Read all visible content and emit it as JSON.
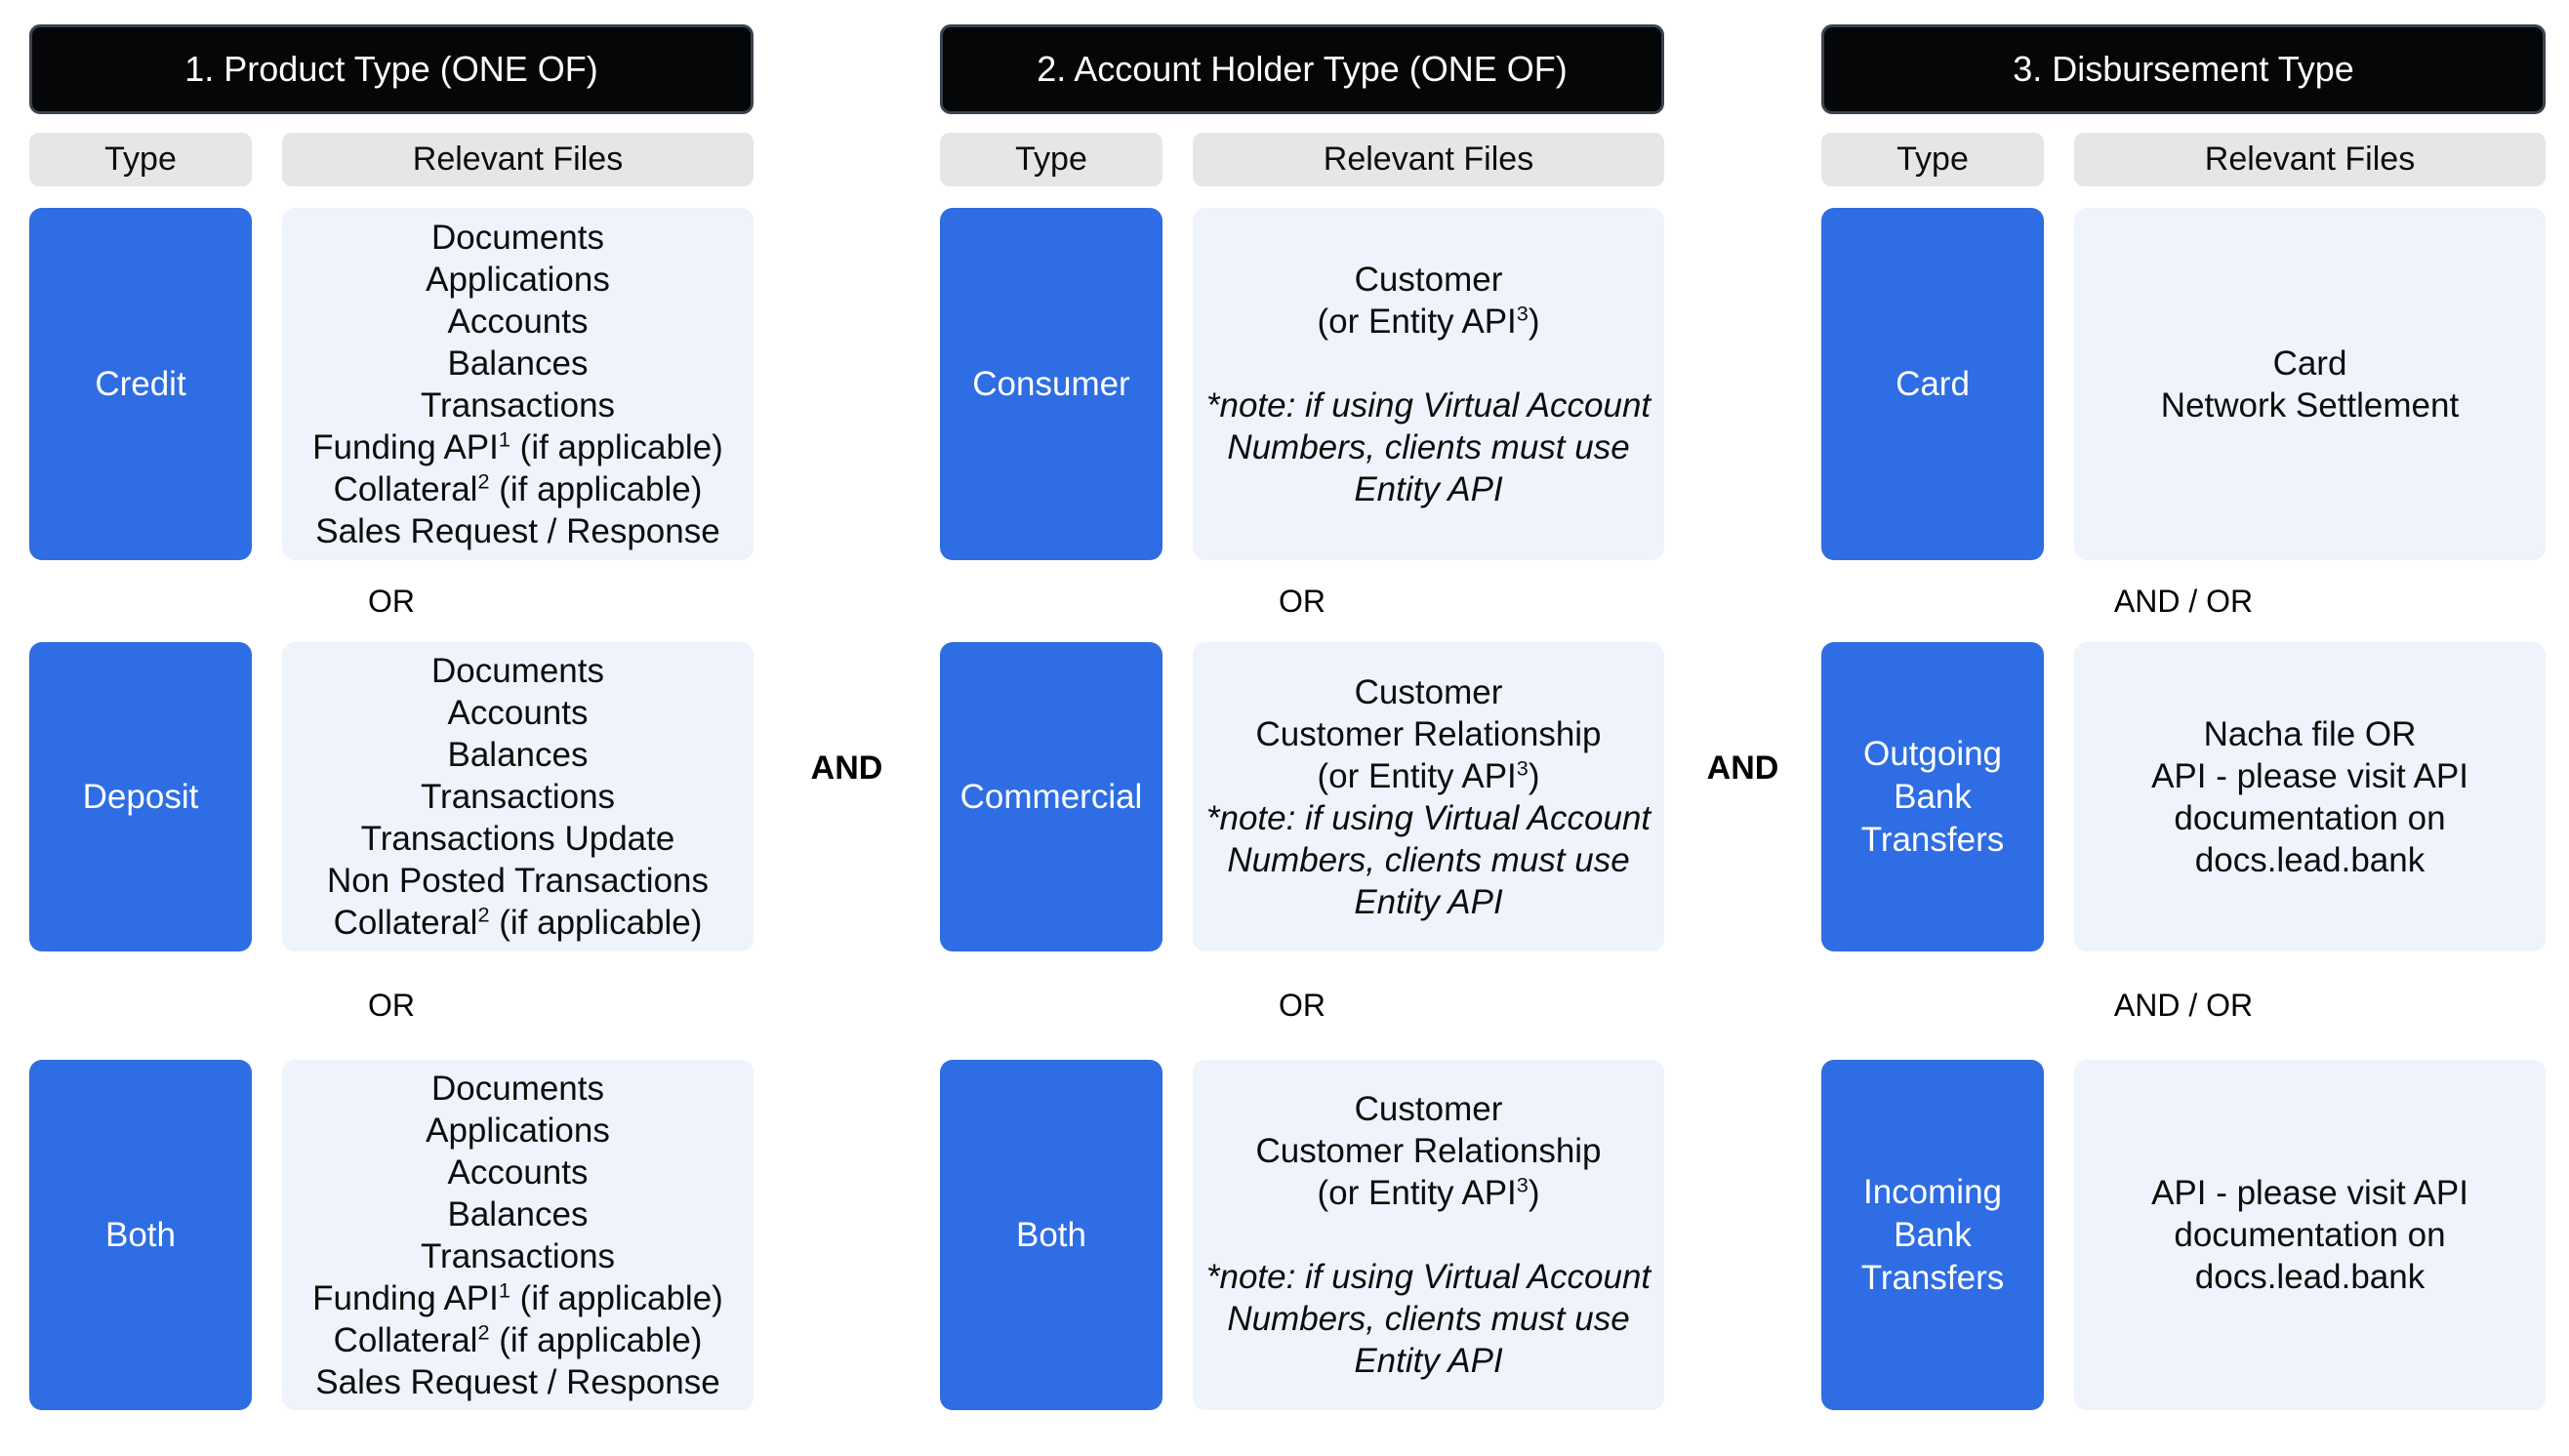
{
  "diagram": {
    "connectors": [
      "AND",
      "AND"
    ],
    "colors": {
      "accent_blue": "#2e6de3",
      "files_box_bg": "#eef3fc",
      "column_header_chip_bg": "#e4e6e8",
      "title_bar_bg": "#050608",
      "title_bar_border": "#3a434f",
      "title_text": "#ffffff",
      "body_text": "#0d0d0d"
    },
    "groups": [
      {
        "title": "1. Product Type (ONE OF)",
        "col_headers": {
          "type": "Type",
          "files": "Relevant Files"
        },
        "separators": [
          "OR",
          "OR"
        ],
        "rows": [
          {
            "type_label": "Credit",
            "files_lines": [
              {
                "seg": [
                  "Documents"
                ]
              },
              {
                "seg": [
                  "Applications"
                ]
              },
              {
                "seg": [
                  "Accounts"
                ]
              },
              {
                "seg": [
                  "Balances"
                ]
              },
              {
                "seg": [
                  "Transactions"
                ]
              },
              {
                "seg": [
                  "Funding API",
                  {
                    "sup": "1"
                  },
                  " (if applicable)"
                ]
              },
              {
                "seg": [
                  "Collateral",
                  {
                    "sup": "2"
                  },
                  " (if applicable)"
                ]
              },
              {
                "seg": [
                  "Sales Request / Response"
                ]
              }
            ]
          },
          {
            "type_label": "Deposit",
            "files_lines": [
              {
                "seg": [
                  "Documents"
                ]
              },
              {
                "seg": [
                  "Accounts"
                ]
              },
              {
                "seg": [
                  "Balances"
                ]
              },
              {
                "seg": [
                  "Transactions"
                ]
              },
              {
                "seg": [
                  "Transactions Update"
                ]
              },
              {
                "seg": [
                  "Non Posted Transactions"
                ]
              },
              {
                "seg": [
                  "Collateral",
                  {
                    "sup": "2"
                  },
                  " (if applicable)"
                ]
              }
            ]
          },
          {
            "type_label": "Both",
            "files_lines": [
              {
                "seg": [
                  "Documents"
                ]
              },
              {
                "seg": [
                  "Applications"
                ]
              },
              {
                "seg": [
                  "Accounts"
                ]
              },
              {
                "seg": [
                  "Balances"
                ]
              },
              {
                "seg": [
                  "Transactions"
                ]
              },
              {
                "seg": [
                  "Funding API",
                  {
                    "sup": "1"
                  },
                  " (if applicable)"
                ]
              },
              {
                "seg": [
                  "Collateral",
                  {
                    "sup": "2"
                  },
                  " (if applicable)"
                ]
              },
              {
                "seg": [
                  "Sales Request / Response"
                ]
              }
            ]
          }
        ]
      },
      {
        "title": "2. Account Holder Type (ONE OF)",
        "col_headers": {
          "type": "Type",
          "files": "Relevant Files"
        },
        "separators": [
          "OR",
          "OR"
        ],
        "rows": [
          {
            "type_label": "Consumer",
            "files_lines": [
              {
                "seg": [
                  "Customer"
                ]
              },
              {
                "seg": [
                  "(or Entity API",
                  {
                    "sup": "3"
                  },
                  ")"
                ]
              },
              {
                "blank": true
              },
              {
                "seg": [
                  "*note: if using Virtual Account"
                ],
                "italic": true
              },
              {
                "seg": [
                  "Numbers, clients must use"
                ],
                "italic": true
              },
              {
                "seg": [
                  "Entity API"
                ],
                "italic": true
              }
            ]
          },
          {
            "type_label": "Commercial",
            "files_lines": [
              {
                "seg": [
                  "Customer"
                ]
              },
              {
                "seg": [
                  "Customer Relationship"
                ]
              },
              {
                "seg": [
                  "(or Entity API",
                  {
                    "sup": "3"
                  },
                  ")"
                ]
              },
              {
                "seg": [
                  "*note: if using Virtual Account"
                ],
                "italic": true
              },
              {
                "seg": [
                  "Numbers, clients must use"
                ],
                "italic": true
              },
              {
                "seg": [
                  "Entity API"
                ],
                "italic": true
              }
            ]
          },
          {
            "type_label": "Both",
            "files_lines": [
              {
                "seg": [
                  "Customer"
                ]
              },
              {
                "seg": [
                  "Customer Relationship"
                ]
              },
              {
                "seg": [
                  "(or Entity API",
                  {
                    "sup": "3"
                  },
                  ")"
                ]
              },
              {
                "blank": true
              },
              {
                "seg": [
                  "*note: if using Virtual Account"
                ],
                "italic": true
              },
              {
                "seg": [
                  "Numbers, clients must use"
                ],
                "italic": true
              },
              {
                "seg": [
                  "Entity API"
                ],
                "italic": true
              }
            ]
          }
        ]
      },
      {
        "title": "3. Disbursement Type",
        "col_headers": {
          "type": "Type",
          "files": "Relevant Files"
        },
        "separators": [
          "AND / OR",
          "AND / OR"
        ],
        "rows": [
          {
            "type_label": "Card",
            "files_lines": [
              {
                "seg": [
                  "Card"
                ]
              },
              {
                "seg": [
                  "Network Settlement"
                ]
              }
            ]
          },
          {
            "type_label": "Outgoing Bank Transfers",
            "files_lines": [
              {
                "seg": [
                  "Nacha file OR"
                ]
              },
              {
                "seg": [
                  "API - please visit API"
                ]
              },
              {
                "seg": [
                  "documentation on"
                ]
              },
              {
                "seg": [
                  "docs.lead.bank"
                ]
              }
            ]
          },
          {
            "type_label": "Incoming Bank Transfers",
            "files_lines": [
              {
                "seg": [
                  "API - please visit API"
                ]
              },
              {
                "seg": [
                  "documentation on"
                ]
              },
              {
                "seg": [
                  "docs.lead.bank"
                ]
              }
            ]
          }
        ]
      }
    ]
  }
}
